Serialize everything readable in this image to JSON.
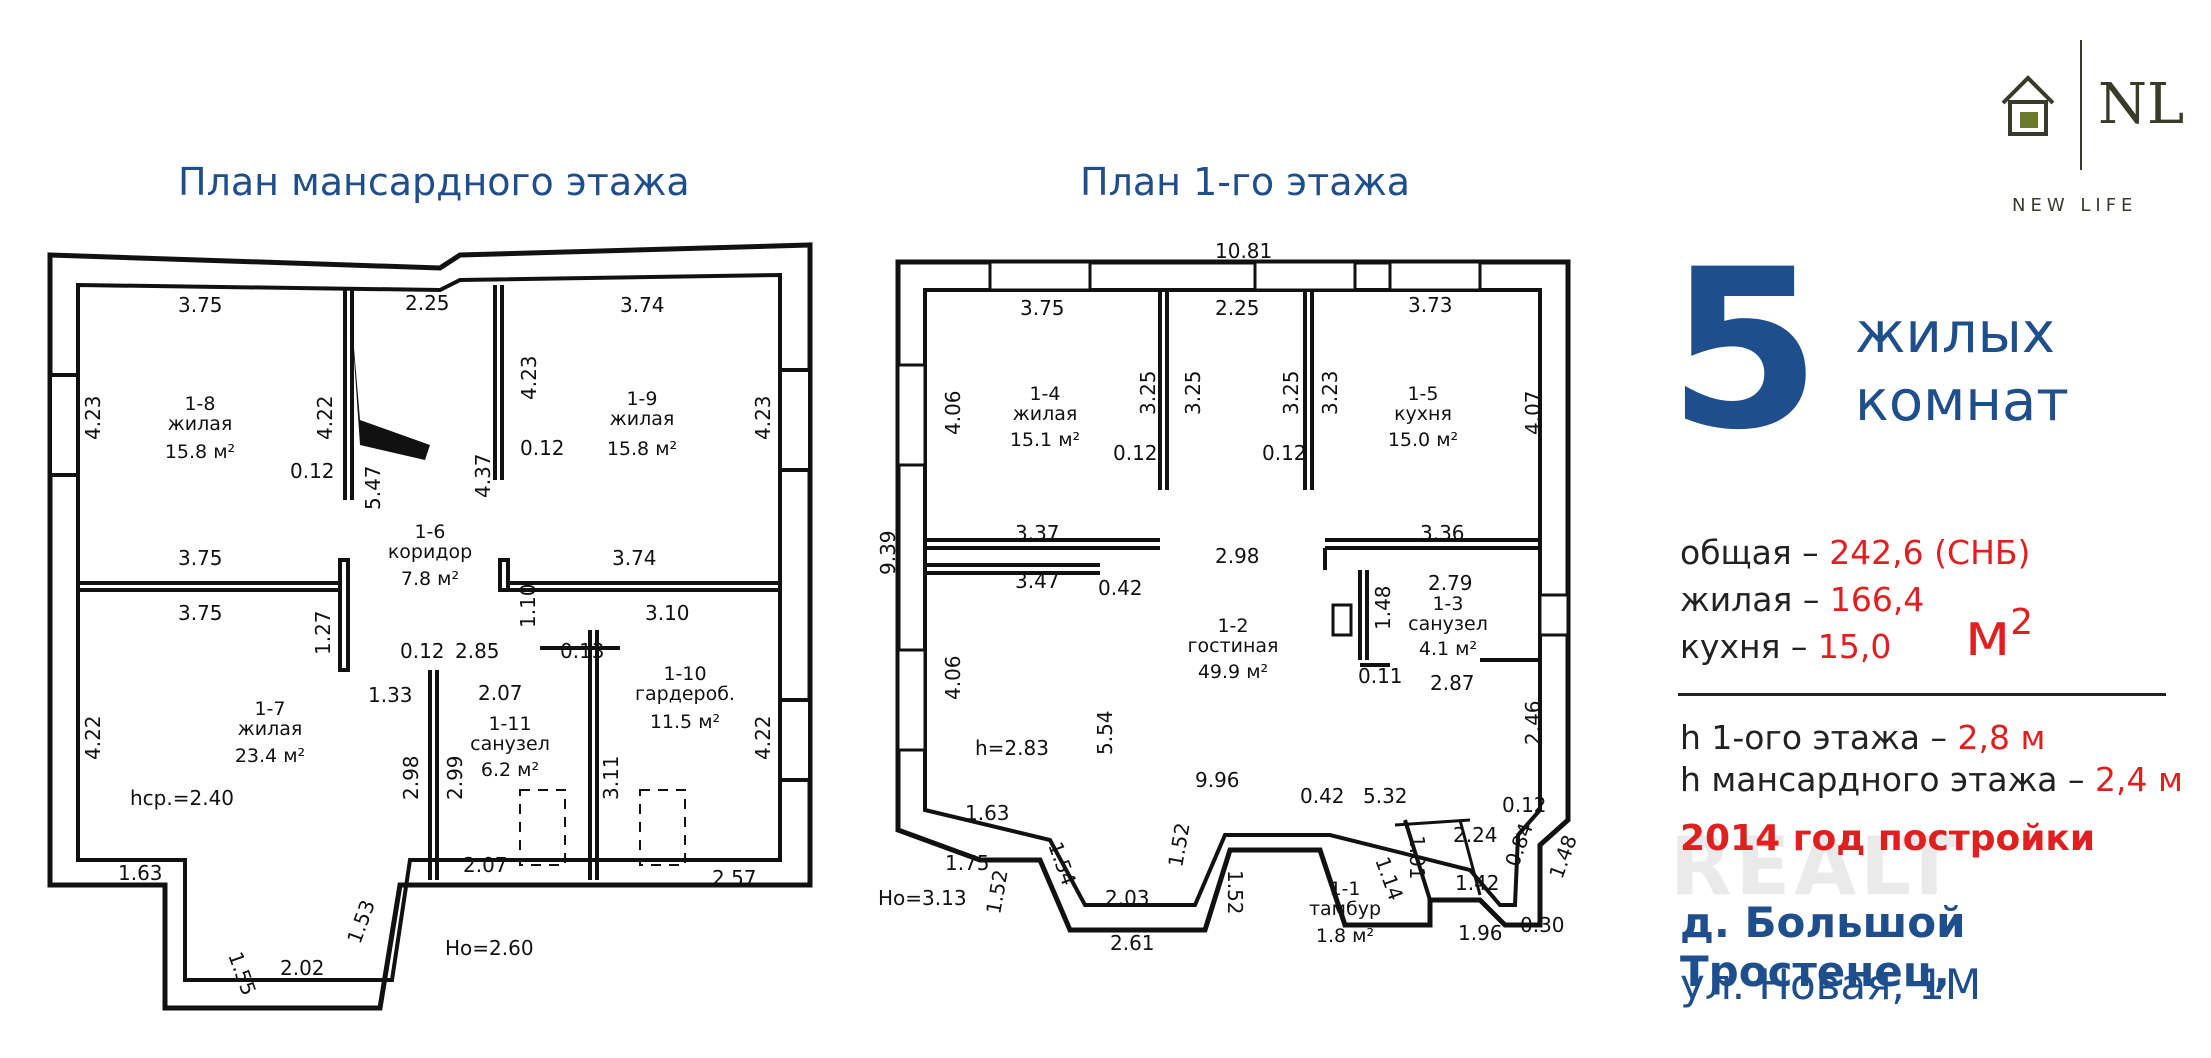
{
  "titles": {
    "attic": "План мансардного этажа",
    "first": "План 1-го этажа"
  },
  "logo": {
    "brand": "NL",
    "sub": "NEW LIFE",
    "icon": "house-thumbs-up-icon"
  },
  "headline": {
    "count": "5",
    "line1": "жилых",
    "line2": "комнат"
  },
  "areas": [
    {
      "label": "общая – ",
      "value": "242,6 (СНБ)"
    },
    {
      "label": "жилая – ",
      "value": "166,4"
    },
    {
      "label": "кухня – ",
      "value": "15,0"
    }
  ],
  "unit": "м",
  "unit_sup": "2",
  "heights": [
    {
      "label": "h 1-ого этажа – ",
      "value": "2,8 м"
    },
    {
      "label": "h мансардного этажа – ",
      "value": "2,4 м"
    }
  ],
  "year": "2014 год постройки",
  "address1": "д. Большой Тростенец,",
  "address2": "ул. Новая, 1М",
  "watermark": "REALT",
  "attic_plan": {
    "dims": [
      "3.75",
      "2.25",
      "3.74",
      "4.23",
      "4.22",
      "4.23",
      "0.12",
      "5.47",
      "4.37",
      "0.12",
      "4.23",
      "3.75",
      "3.74",
      "3.75",
      "1.27",
      "3.10",
      "1.10",
      "0.12",
      "2.85",
      "0.13",
      "1.33",
      "2.07",
      "4.22",
      "2.98",
      "2.99",
      "3.11",
      "4.22",
      "2.07",
      "2.57",
      "1.63",
      "1.55",
      "1.53",
      "2.02"
    ],
    "rooms": [
      {
        "id": "1-8",
        "name": "жилая",
        "area": "15.8  м²"
      },
      {
        "id": "1-9",
        "name": "жилая",
        "area": "15.8  м²"
      },
      {
        "id": "1-6",
        "name": "коридор",
        "area": "7.8  м²"
      },
      {
        "id": "1-7",
        "name": "жилая",
        "area": "23.4  м²"
      },
      {
        "id": "1-11",
        "name": "санузел",
        "area": "6.2  м²"
      },
      {
        "id": "1-10",
        "name": "гардероб.",
        "area": "11.5  м²"
      }
    ],
    "hcp": "hср.=2.40",
    "ho": "Hо=2.60"
  },
  "first_plan": {
    "dims": [
      "10.81",
      "3.75",
      "2.25",
      "3.73",
      "4.06",
      "3.25",
      "3.25",
      "3.25",
      "3.23",
      "4.07",
      "0.12",
      "0.12",
      "9.39",
      "3.37",
      "2.98",
      "3.36",
      "3.47",
      "0.42",
      "2.79",
      "1.48",
      "4.06",
      "0.11",
      "2.87",
      "5.54",
      "2.46",
      "9.96",
      "0.42",
      "5.32",
      "0.12",
      "1.63",
      "1.75",
      "1.54",
      "1.52",
      "1.52",
      "2.24",
      "1.01",
      "1.14",
      "0.84",
      "1.48",
      "1.52",
      "2.03",
      "1.42",
      "2.61",
      "1.96",
      "0.30"
    ],
    "rooms": [
      {
        "id": "1-4",
        "name": "жилая",
        "area": "15.1  м²"
      },
      {
        "id": "1-5",
        "name": "кухня",
        "area": "15.0  м²"
      },
      {
        "id": "1-2",
        "name": "гостиная",
        "area": "49.9  м²"
      },
      {
        "id": "1-3",
        "name": "санузел",
        "area": "4.1  м²"
      },
      {
        "id": "1-1",
        "name": "тамбур",
        "area": "1.8  м²"
      }
    ],
    "h": "h=2.83",
    "ho": "Hо=3.13"
  },
  "colors": {
    "title_blue": "#1f4e8c",
    "accent_red": "#e02020",
    "wall": "#111111"
  }
}
